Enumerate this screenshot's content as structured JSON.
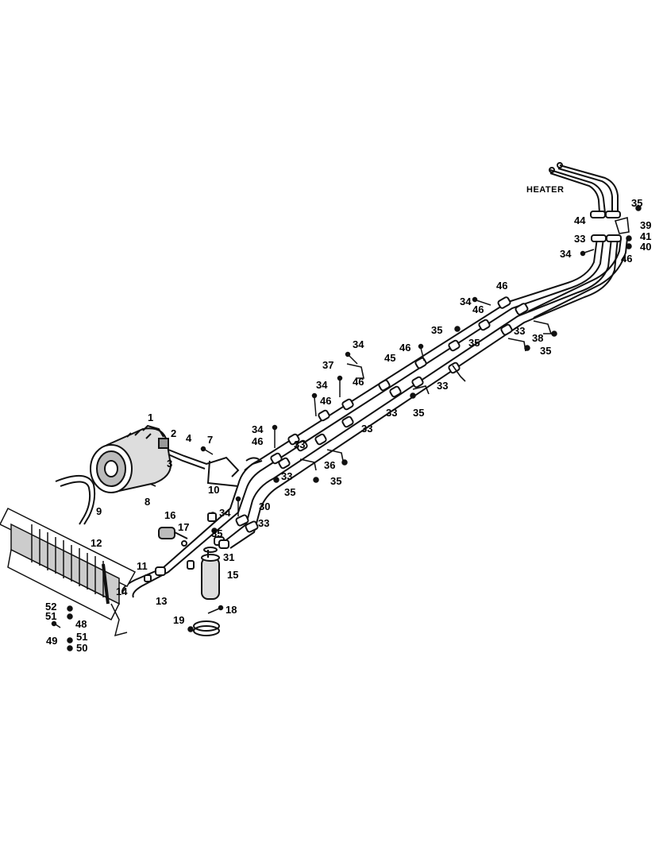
{
  "diagram": {
    "title": "HEATER",
    "callouts": [
      "1",
      "2",
      "3",
      "4",
      "7",
      "8",
      "9",
      "10",
      "34",
      "16",
      "17",
      "35",
      "30",
      "33",
      "12",
      "11",
      "14",
      "13",
      "31",
      "15",
      "19",
      "18",
      "52",
      "51",
      "48",
      "49",
      "51",
      "50",
      "34",
      "46",
      "33",
      "35",
      "36",
      "35",
      "34",
      "46",
      "33",
      "33",
      "34",
      "37",
      "46",
      "45",
      "33",
      "35",
      "46",
      "33",
      "35",
      "34",
      "46",
      "35",
      "46",
      "33",
      "38",
      "35",
      "35",
      "44",
      "39",
      "33",
      "41",
      "40",
      "34",
      "46"
    ]
  }
}
